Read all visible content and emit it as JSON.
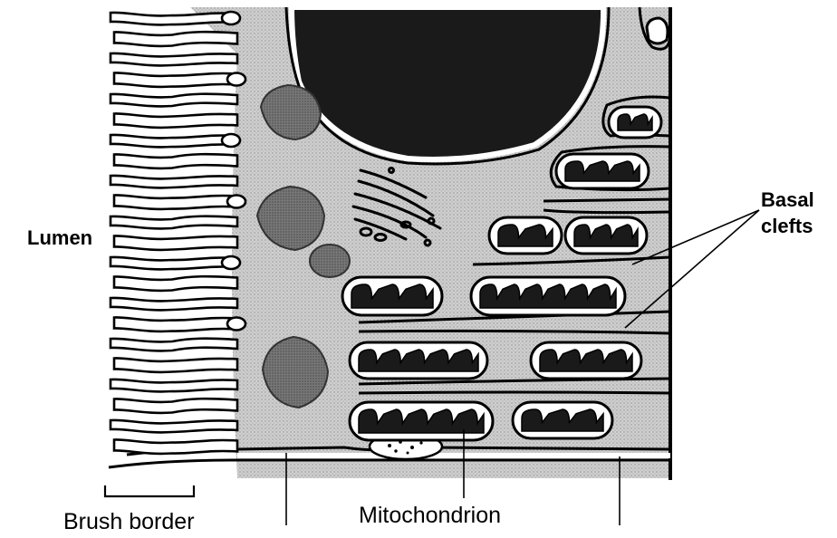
{
  "labels": {
    "lumen": "Lumen",
    "basal_line1": "Basal",
    "basal_line2": "clefts",
    "brush_border": "Brush border",
    "mitochondrion": "Mitochondrion"
  }
}
